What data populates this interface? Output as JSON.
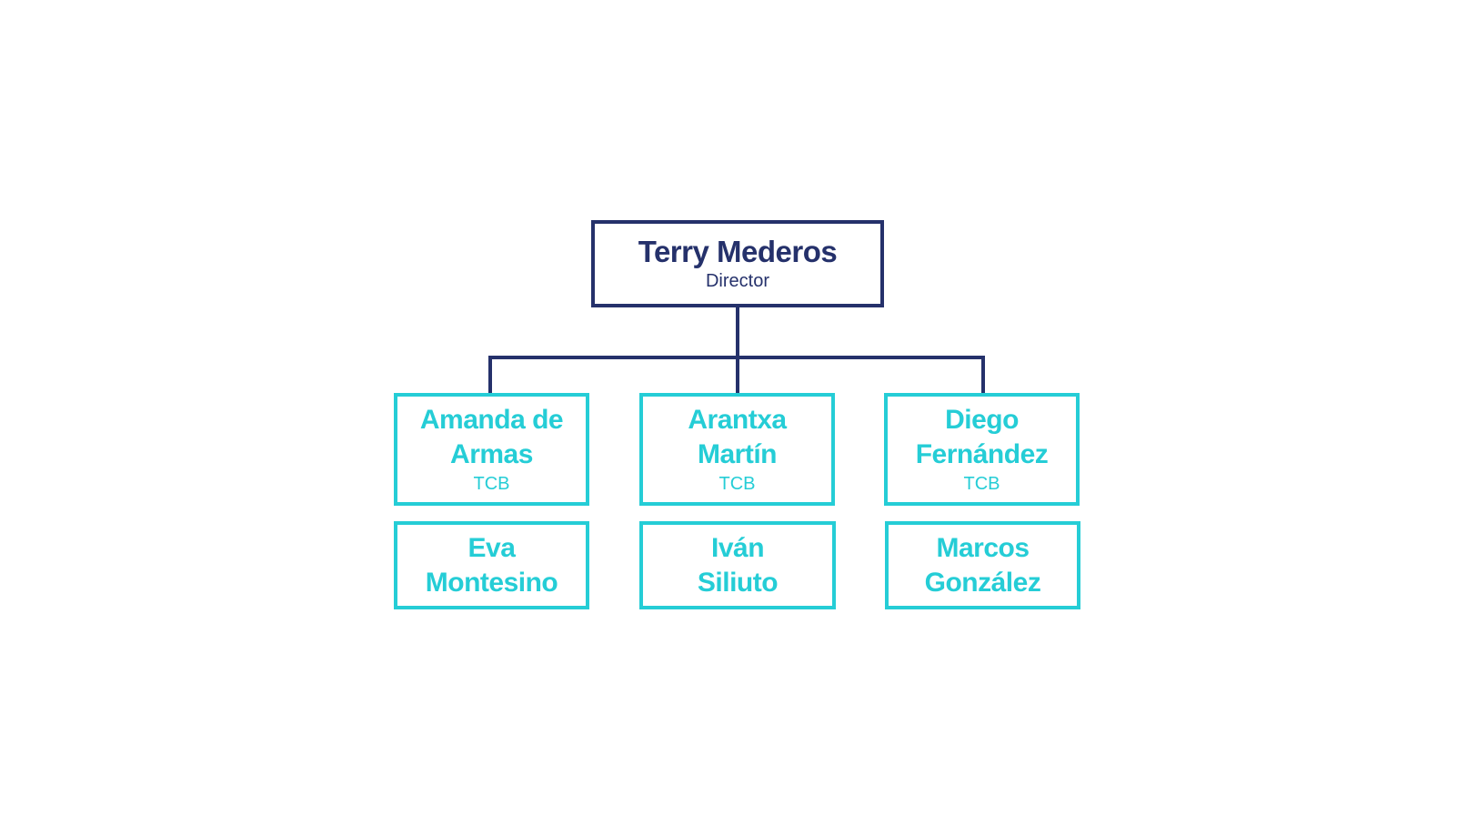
{
  "director": {
    "name": "Terry Mederos",
    "role": "Director"
  },
  "columns": [
    {
      "lead": {
        "name_line1": "Amanda de",
        "name_line2": "Armas",
        "role": "TCB"
      },
      "member": {
        "name_line1": "Eva",
        "name_line2": "Montesino"
      }
    },
    {
      "lead": {
        "name_line1": "Arantxa",
        "name_line2": "Martín",
        "role": "TCB"
      },
      "member": {
        "name_line1": "Iván",
        "name_line2": "Siliuto"
      }
    },
    {
      "lead": {
        "name_line1": "Diego",
        "name_line2": "Fernández",
        "role": "TCB"
      },
      "member": {
        "name_line1": "Marcos",
        "name_line2": "González"
      }
    }
  ],
  "colors": {
    "director": "#25316b",
    "team": "#25cdd6"
  }
}
